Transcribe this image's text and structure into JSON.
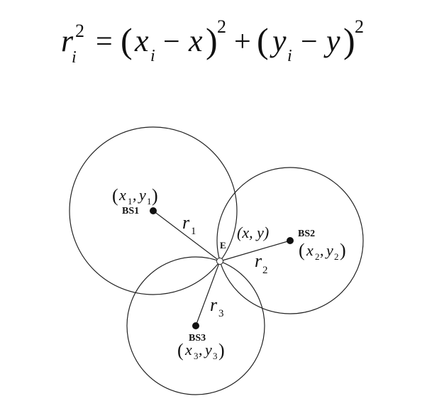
{
  "formula": {
    "lhs_var": "r",
    "lhs_sub": "i",
    "lhs_sup": "2",
    "equals": "=",
    "open1": "(",
    "xi": "x",
    "xi_sub": "i",
    "minus1": "−",
    "x": "x",
    "close1": ")",
    "sup1": "2",
    "plus": "+",
    "open2": "(",
    "yi": "y",
    "yi_sub": "i",
    "minus2": "−",
    "y": "y",
    "close2": ")",
    "sup2": "2"
  },
  "stations": [
    {
      "label": "BS1",
      "coord_x": "x",
      "coord_x_sub": "1",
      "coord_y": "y",
      "coord_y_sub": "1",
      "range": "r",
      "range_sub": "1"
    },
    {
      "label": "BS2",
      "coord_x": "x",
      "coord_x_sub": "2",
      "coord_y": "y",
      "coord_y_sub": "2",
      "range": "r",
      "range_sub": "2"
    },
    {
      "label": "BS3",
      "coord_x": "x",
      "coord_x_sub": "3",
      "coord_y": "y",
      "coord_y_sub": "3",
      "range": "r",
      "range_sub": "3"
    }
  ],
  "target": {
    "label": "E",
    "coord": "(x, y)"
  }
}
